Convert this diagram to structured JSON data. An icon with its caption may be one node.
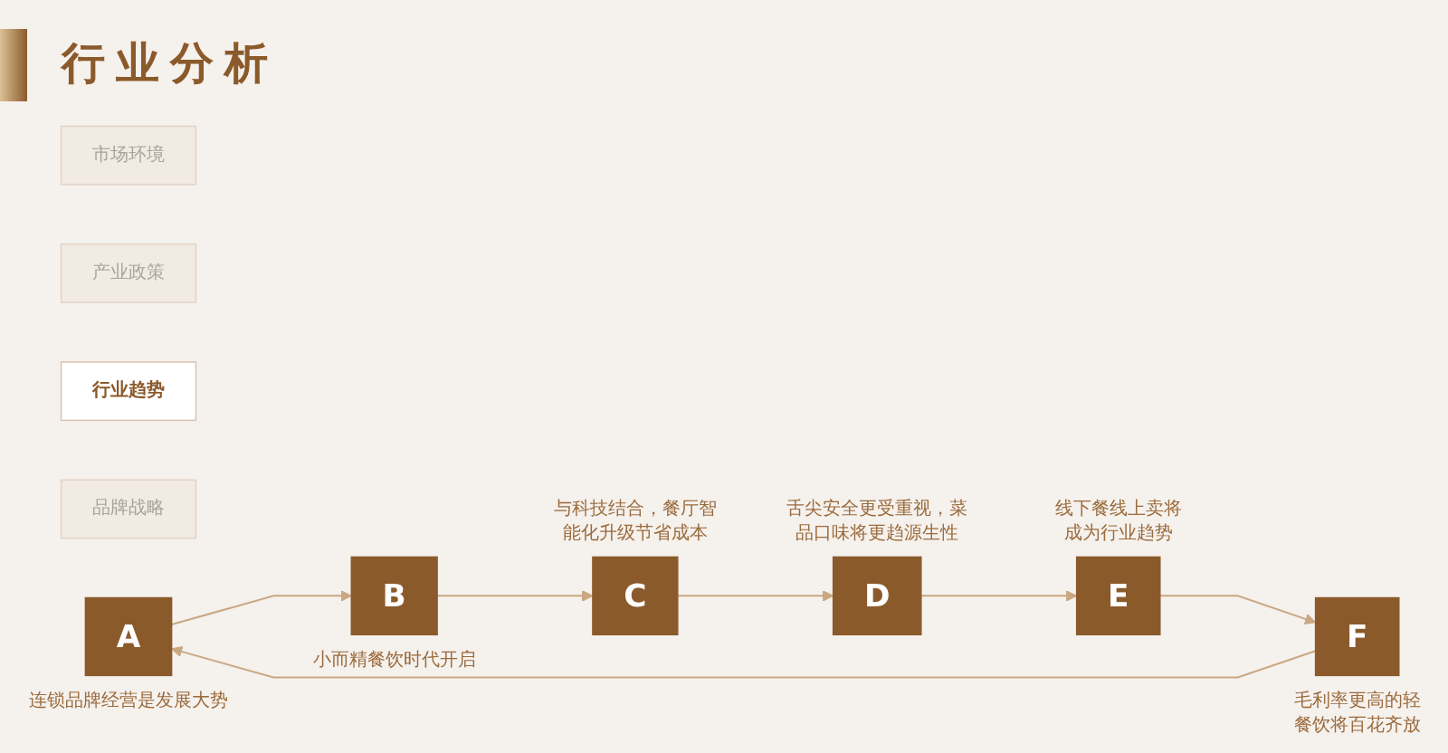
{
  "diagram": {
    "title": "行业分析",
    "nodes": [
      {
        "text": [
          "市场环境"
        ]
      },
      {
        "text": [
          "产业政策"
        ]
      },
      {
        "text": [
          "行业趋势"
        ]
      },
      {
        "text": [
          "品牌战略"
        ]
      },
      {
        "text": [
          "A"
        ],
        "beside": [
          "连锁品牌经营是发展大势"
        ]
      },
      {
        "text": [
          "B"
        ],
        "beside": [
          "小而精餐饮时代开启"
        ]
      },
      {
        "text": [
          "C"
        ],
        "beside": [
          "与科技结合，餐厅智能化升级节省成本"
        ]
      },
      {
        "text": [
          "D"
        ],
        "beside": [
          "舌尖安全更受重视，菜品口味将更趋源生性"
        ]
      },
      {
        "text": [
          "E"
        ],
        "beside": [
          "线下餐线上卖将成为行业趋势"
        ]
      },
      {
        "text": [
          "F"
        ],
        "beside": [
          "毛利率更高的轻餐饮将百花齐放"
        ]
      }
    ],
    "edges": [
      {
        "from": 4,
        "to": 5,
        "arrow": "to"
      },
      {
        "from": 5,
        "to": 6,
        "arrow": "to"
      },
      {
        "from": 6,
        "to": 7,
        "arrow": "to"
      },
      {
        "from": 7,
        "to": 8,
        "arrow": "to"
      },
      {
        "from": 8,
        "to": 9,
        "arrow": "to"
      },
      {
        "from": 9,
        "to": 4,
        "arrow": "to"
      }
    ]
  }
}
